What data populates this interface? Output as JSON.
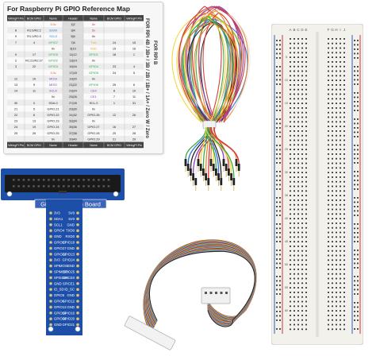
{
  "reference_card": {
    "title": "For Raspberry Pi GPIO Reference Map",
    "header": [
      "WiringPi Pin",
      "BCM GPIO",
      "Name",
      "Header",
      "Name",
      "BCM GPIO",
      "WiringPi Pin"
    ],
    "rows": [
      [
        "",
        "",
        "3.3v",
        "1|2",
        "5v",
        "",
        ""
      ],
      [
        "8",
        "R1:0/R2:2",
        "SDA0",
        "3|4",
        "5v",
        "",
        ""
      ],
      [
        "9",
        "R1:1/R2:3",
        "SCL0",
        "5|6",
        "0v",
        "",
        ""
      ],
      [
        "7",
        "4",
        "GPIO7",
        "7|8",
        "TxD",
        "14",
        "15"
      ],
      [
        "",
        "",
        "0v",
        "9|10",
        "RxD",
        "15",
        "16"
      ],
      [
        "0",
        "17",
        "GPIO0",
        "11|12",
        "GPIO1",
        "18",
        "1"
      ],
      [
        "2",
        "R1:21/R2:27",
        "GPIO2",
        "13|14",
        "0v",
        "",
        ""
      ],
      [
        "3",
        "22",
        "GPIO3",
        "15|16",
        "GPIO4",
        "23",
        "4"
      ],
      [
        "",
        "",
        "3.3v",
        "17|18",
        "GPIO5",
        "24",
        "5"
      ],
      [
        "12",
        "10",
        "MOSI",
        "19|20",
        "0v",
        "",
        ""
      ],
      [
        "13",
        "9",
        "MISO",
        "21|22",
        "GPIO6",
        "25",
        "6"
      ],
      [
        "14",
        "11",
        "SCLK",
        "23|24",
        "CE0",
        "8",
        "10"
      ],
      [
        "",
        "",
        "0v",
        "25|26",
        "CE1",
        "7",
        "11"
      ],
      [
        "30",
        "0",
        "SDA.0",
        "27|28",
        "SCL.0",
        "1",
        "31"
      ],
      [
        "21",
        "5",
        "GPIO.21",
        "29|30",
        "0v",
        "",
        ""
      ],
      [
        "22",
        "6",
        "GPIO.22",
        "31|32",
        "GPIO.26",
        "12",
        "26"
      ],
      [
        "23",
        "13",
        "GPIO.23",
        "33|34",
        "0v",
        "",
        ""
      ],
      [
        "24",
        "19",
        "GPIO.24",
        "35|36",
        "GPIO.27",
        "16",
        "27"
      ],
      [
        "25",
        "26",
        "GPIO.25",
        "37|38",
        "GPIO.28",
        "20",
        "28"
      ],
      [
        "",
        "",
        "0v",
        "39|40",
        "GPIO.29",
        "21",
        "29"
      ]
    ],
    "footer": [
      "WiringPi Pin",
      "BCM GPIO",
      "Name",
      "Header",
      "Name",
      "BCM GPIO",
      "WiringPi Pin"
    ],
    "side_label_1": "FOR RPi 4B / 3B+ / 3B / 2B / 1B+ / 1A+ / Zero W / Zero",
    "side_label_2": "FOR RPi B"
  },
  "extension_board": {
    "title": "GPIO Extension Board",
    "pins_left": [
      "3V3",
      "SDA1",
      "SCL1",
      "GPIO4",
      "GND",
      "GPIO17",
      "GPIO27",
      "GPIO22",
      "3V3",
      "SPIMOSI",
      "SPIMISO",
      "SPISCLK",
      "GND",
      "ID_SD",
      "GPIO5",
      "GPIO6",
      "GPIO13",
      "GPIO19",
      "GPIO26",
      "GND"
    ],
    "pins_right": [
      "5V0",
      "5V0",
      "GND",
      "TXD0",
      "RXD0",
      "GPIO18",
      "GND",
      "GPIO23",
      "GPIO24",
      "GND",
      "GPIO25",
      "SPICE0",
      "SPICE1",
      "ID_SC",
      "GND",
      "GPIO12",
      "GND",
      "GPIO16",
      "GPIO20",
      "GPIO21"
    ]
  },
  "breadboard": {
    "column_letters": [
      "A",
      "B",
      "C",
      "D",
      "E",
      "F",
      "G",
      "H",
      "I",
      "J"
    ],
    "row_numbers": [
      "5",
      "10",
      "15",
      "20",
      "25",
      "30",
      "35",
      "40",
      "45",
      "50",
      "55",
      "60"
    ]
  },
  "colors": {
    "board_blue": "#1d4fa8",
    "header_black": "#1a1a1a",
    "rail_red": "#d43434",
    "rail_blue": "#2a5fb8",
    "card_bg": "#f7f7f7"
  }
}
